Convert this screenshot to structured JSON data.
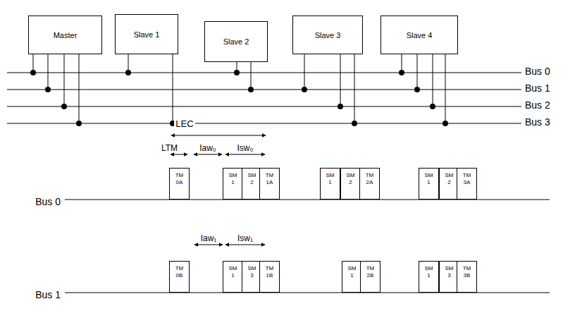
{
  "diagram": {
    "nodes": [
      {
        "text": [
          "Master"
        ]
      },
      {
        "text": [
          "Slave 1"
        ]
      },
      {
        "text": [
          "Slave 2"
        ]
      },
      {
        "text": [
          "Slave 3"
        ]
      },
      {
        "text": [
          "Slave 4"
        ]
      },
      {
        "text": [
          "TM 0A"
        ]
      },
      {
        "text": [
          "SM 1"
        ]
      },
      {
        "text": [
          "SM 2"
        ]
      },
      {
        "text": [
          "TM 1A"
        ]
      },
      {
        "text": [
          "SM 1"
        ]
      },
      {
        "text": [
          "SM 2"
        ]
      },
      {
        "text": [
          "TM 2A"
        ]
      },
      {
        "text": [
          "SM 1"
        ]
      },
      {
        "text": [
          "SM 2"
        ]
      },
      {
        "text": [
          "TM 3A"
        ]
      },
      {
        "text": [
          "TM 0B"
        ]
      },
      {
        "text": [
          "SM 1"
        ]
      },
      {
        "text": [
          "SM 3"
        ]
      },
      {
        "text": [
          "TM 1B"
        ]
      },
      {
        "text": [
          "SM 1"
        ]
      },
      {
        "text": [
          "TM 2B"
        ]
      },
      {
        "text": [
          "SM 1"
        ]
      },
      {
        "text": [
          "SM 3"
        ]
      },
      {
        "text": [
          "TM 3B"
        ]
      }
    ],
    "labels": [
      "Bus 0",
      "Bus 1",
      "Bus 2",
      "Bus 3",
      "LEC",
      "LTM",
      "Iaw₀",
      "Isw₀",
      "Iaw₁",
      "Isw₁",
      "Bus 0",
      "Bus 1"
    ]
  }
}
